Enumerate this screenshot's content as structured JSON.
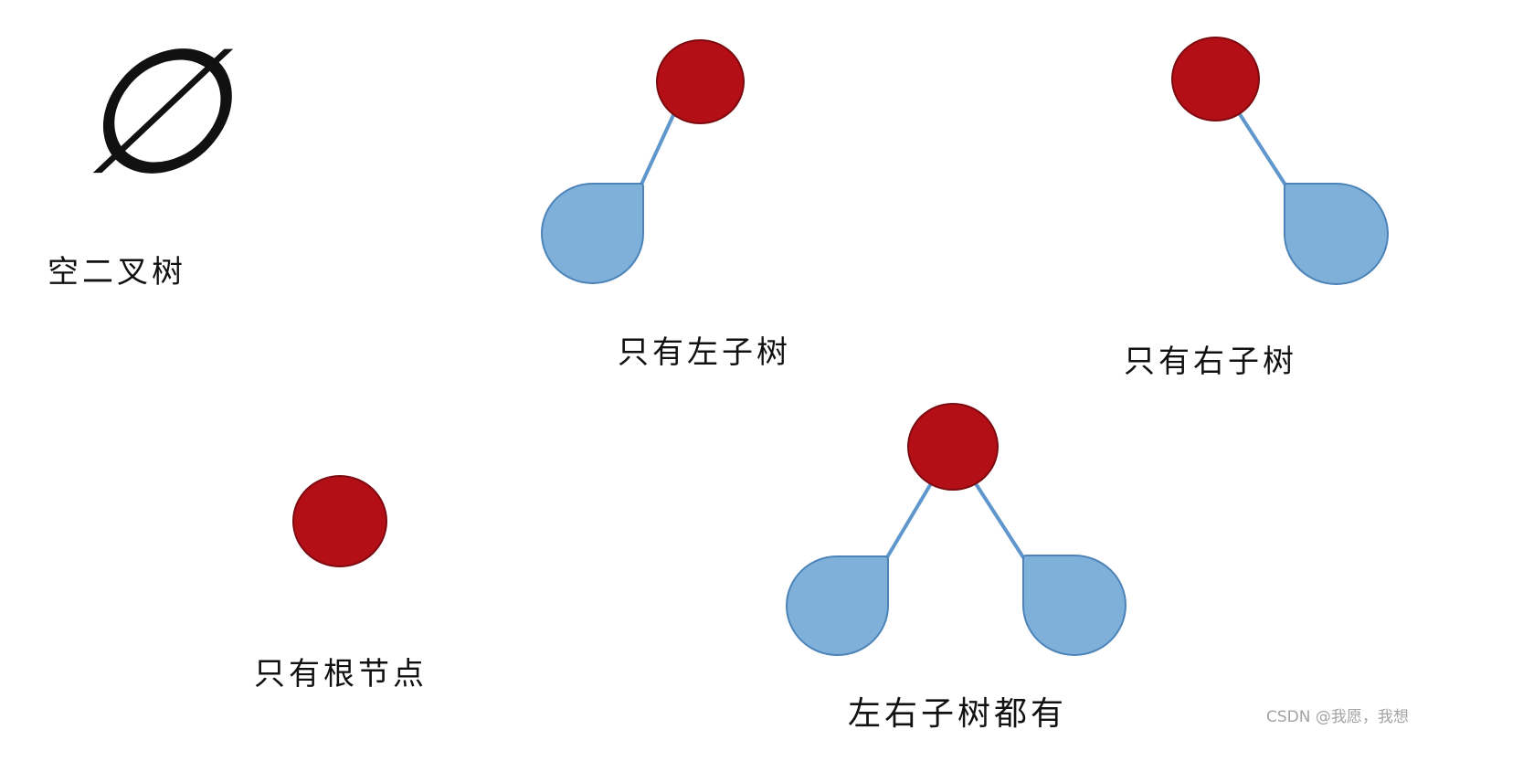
{
  "figure": {
    "empty_tree": {
      "symbol": "∅",
      "label": "空二叉树"
    },
    "left_only": {
      "label": "只有左子树"
    },
    "right_only": {
      "label": "只有右子树"
    },
    "root_only": {
      "label": "只有根节点"
    },
    "both": {
      "label": "左右子树都有"
    }
  },
  "watermark": "CSDN @我愿，我想",
  "colors": {
    "node_red": "#b40f17",
    "node_red_border": "#7d0a0f",
    "subtree_blue": "#7fb0da",
    "subtree_blue_border": "#4c83b8",
    "line_blue": "#5f97cc",
    "watermark_gray": "#a3a3a3",
    "text_black": "#111111"
  }
}
